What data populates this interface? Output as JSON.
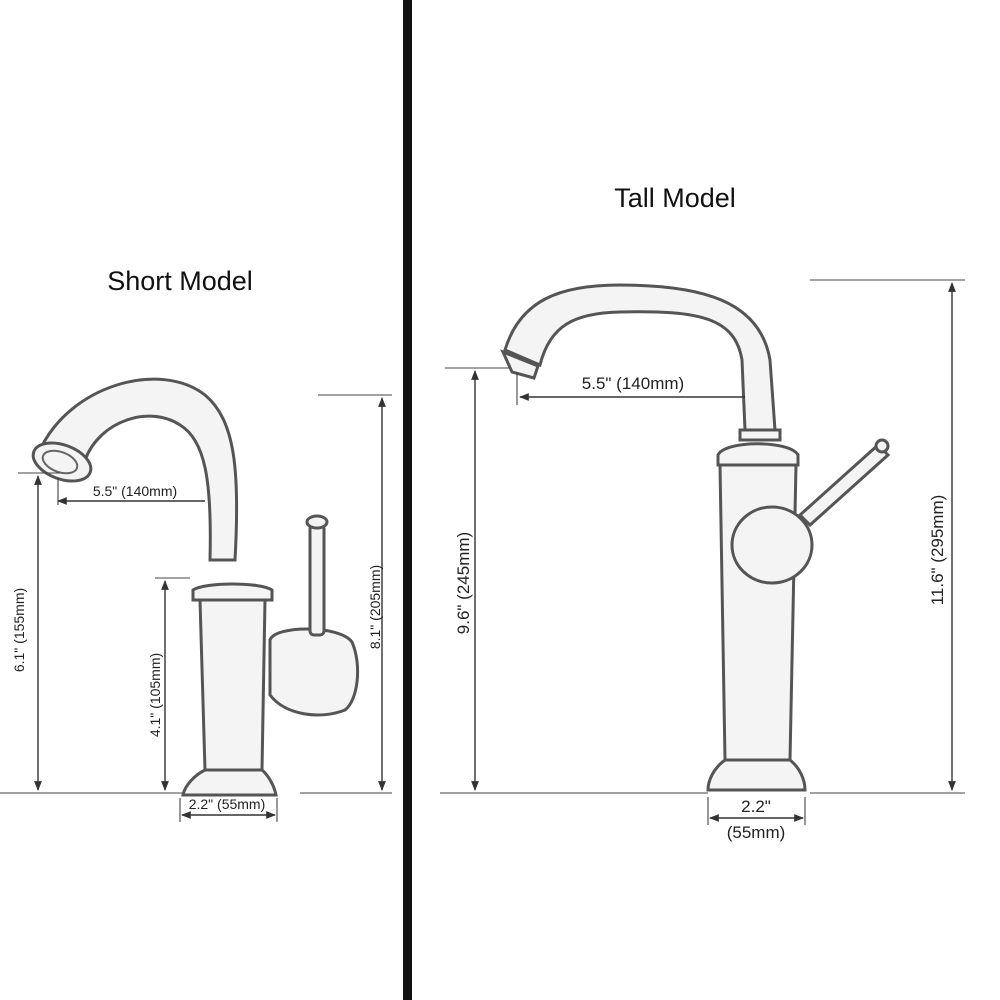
{
  "short_model": {
    "title": "Short Model",
    "dims": {
      "spout_reach": "5.5\" (140mm)",
      "spout_height": "6.1\" (155mm)",
      "handle_height": "4.1\" (105mm)",
      "total_height": "8.1\" (205mm)",
      "base_width": "2.2\" (55mm)"
    }
  },
  "tall_model": {
    "title": "Tall Model",
    "dims": {
      "spout_reach": "5.5\" (140mm)",
      "spout_height": "9.6\" (245mm)",
      "total_height": "11.6\" (295mm)",
      "base_width_in": "2.2\"",
      "base_width_mm": "(55mm)"
    }
  },
  "colors": {
    "divider": "#111111",
    "lines": "#333333",
    "background": "#ffffff"
  }
}
